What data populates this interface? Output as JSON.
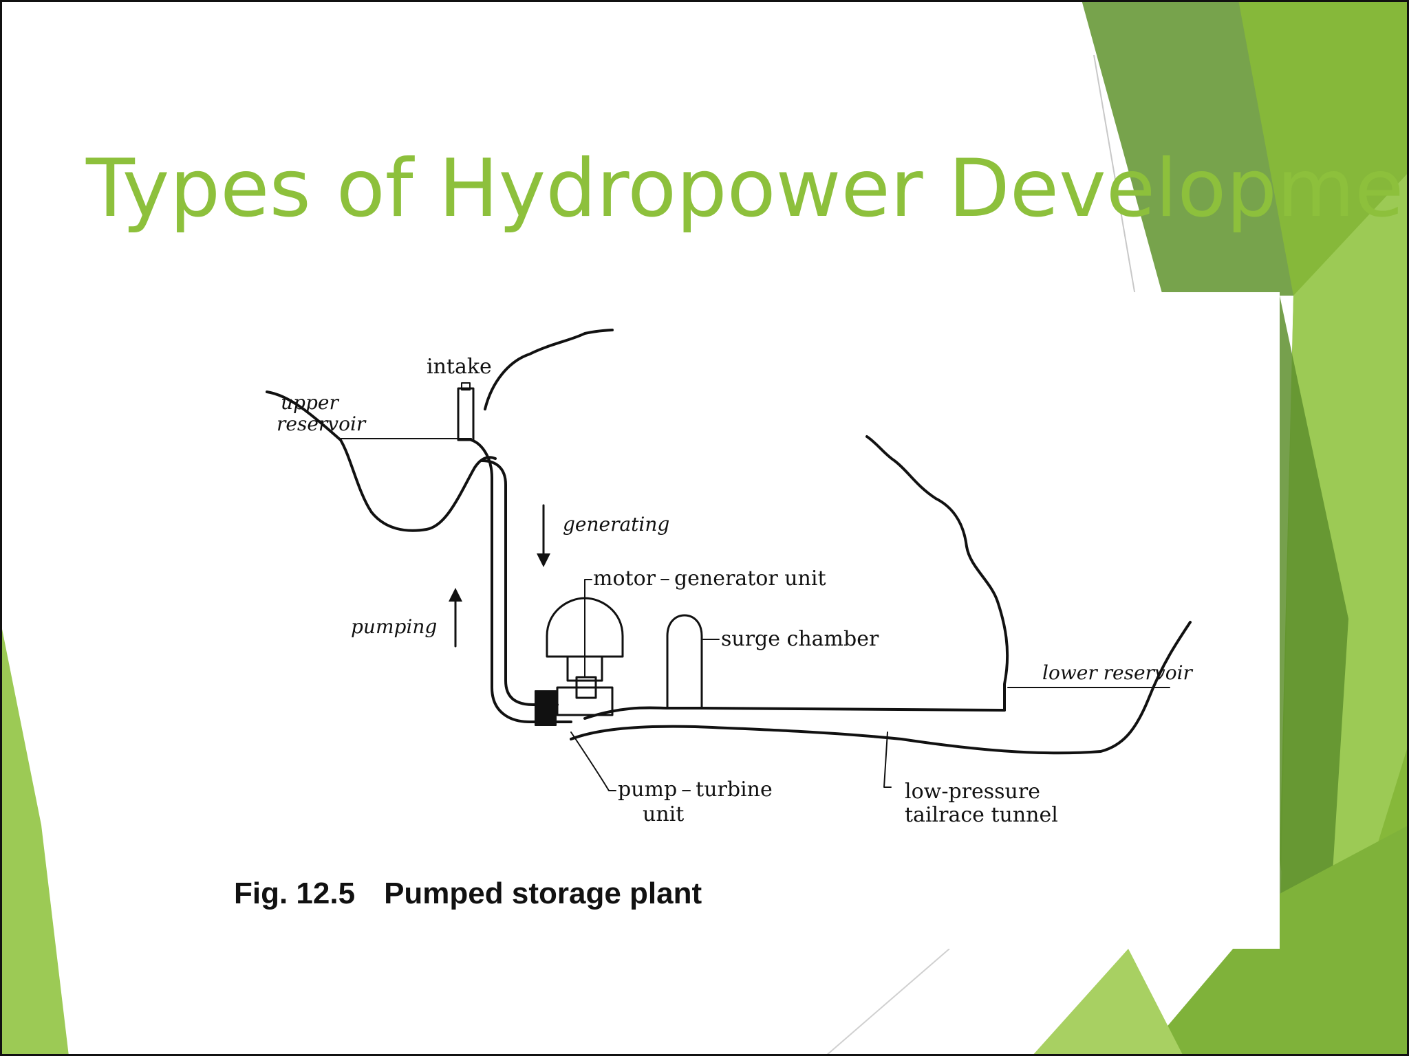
{
  "slide": {
    "title": "Types of Hydropower Development"
  },
  "figure": {
    "caption_number": "Fig. 12.5",
    "caption_text": "Pumped storage plant",
    "labels": {
      "intake": "intake",
      "upper_reservoir_line1": "upper",
      "upper_reservoir_line2": "reservoir",
      "generating": "generating",
      "pumping": "pumping",
      "motor_generator": "motor – generator unit",
      "surge_chamber": "surge chamber",
      "lower_reservoir": "lower reservoir",
      "pump_turbine_line1": "pump – turbine",
      "pump_turbine_line2": "unit",
      "tailrace_line1": "low-pressure",
      "tailrace_line2": "tailrace tunnel"
    }
  },
  "theme": {
    "accent": "#8dc03c",
    "green_dark": "#5e8f2e",
    "green_mid": "#76a83a",
    "green_light": "#a8d062"
  }
}
